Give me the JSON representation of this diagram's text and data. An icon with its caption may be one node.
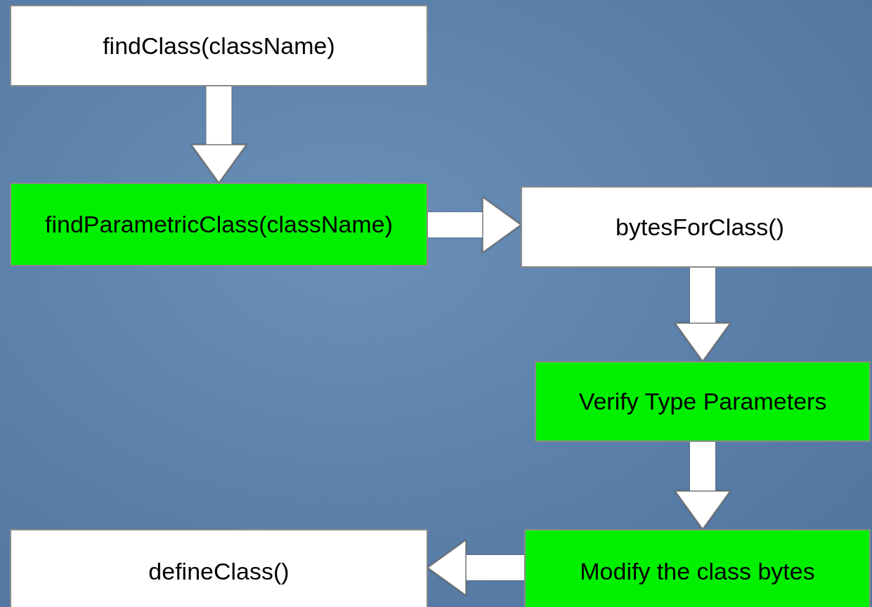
{
  "diagram": {
    "nodes": [
      {
        "text": [
          "findClass(className)"
        ]
      },
      {
        "text": [
          "findParametricClass(className)"
        ]
      },
      {
        "text": [
          "bytesForClass()"
        ]
      },
      {
        "text": [
          "Verify Type Parameters"
        ]
      },
      {
        "text": [
          "Modify the class bytes"
        ]
      },
      {
        "text": [
          "defineClass()"
        ]
      }
    ],
    "edges": [
      {
        "from": 0,
        "to": 1,
        "arrow": "to"
      },
      {
        "from": 1,
        "to": 2,
        "arrow": "to"
      },
      {
        "from": 2,
        "to": 3,
        "arrow": "to"
      },
      {
        "from": 3,
        "to": 4,
        "arrow": "to"
      },
      {
        "from": 4,
        "to": 5,
        "arrow": "to"
      }
    ]
  }
}
